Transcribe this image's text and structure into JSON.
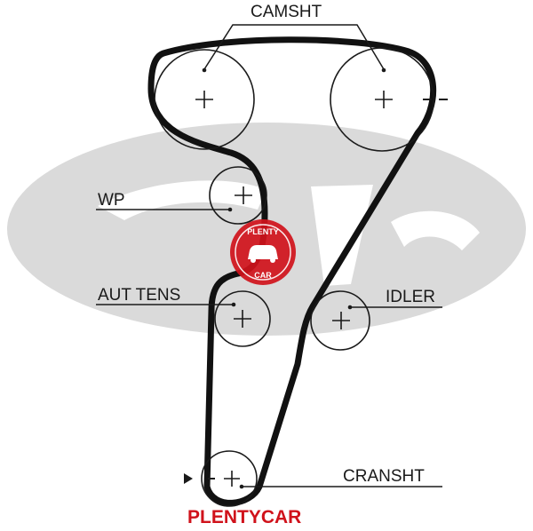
{
  "labels": {
    "camshaft": "CAMSHT",
    "water_pump": "WP",
    "auto_tensioner": "AUT TENS",
    "idler": "IDLER",
    "crankshaft": "CRANSHT"
  },
  "watermark": {
    "badge_top": "PLENTY",
    "badge_bottom": "CAR",
    "footer": "PLENTYCAR",
    "brand_color": "#d0121b"
  },
  "colors": {
    "belt": "#111111",
    "line": "#1a1a1a",
    "background_logo": "#d9d9d9"
  }
}
